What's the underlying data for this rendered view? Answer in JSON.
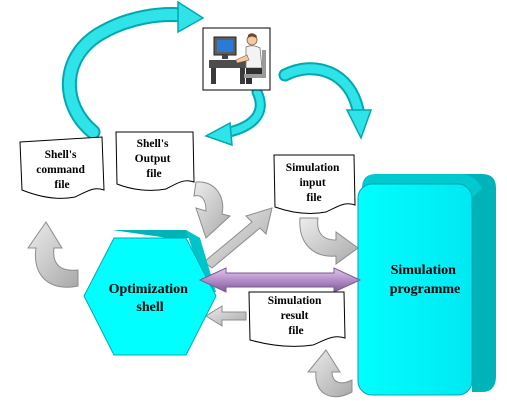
{
  "nodes": {
    "shell_command_file": {
      "lines": [
        "Shell's",
        "command",
        "file"
      ]
    },
    "shell_output_file": {
      "lines": [
        "Shell's",
        "Output",
        "file"
      ]
    },
    "simulation_input_file": {
      "lines": [
        "Simulation",
        "input",
        "file"
      ]
    },
    "simulation_result_file": {
      "lines": [
        "Simulation",
        "result",
        "file"
      ]
    },
    "optimization_shell": {
      "lines": [
        "Optimization",
        "shell"
      ]
    },
    "simulation_programme": {
      "lines": [
        "Simulation",
        "programme"
      ]
    },
    "user_workstation": {
      "icon": "computer-user-icon"
    }
  },
  "colors": {
    "cyan": "#00ffff",
    "cyan_dark": "#00b5b5",
    "cyan_arrow": "#27d8de",
    "grey_arrow": "#cfcfcf",
    "grey_arrow_dark": "#9c9c9c",
    "purple_arrow": "#b48ec8"
  }
}
